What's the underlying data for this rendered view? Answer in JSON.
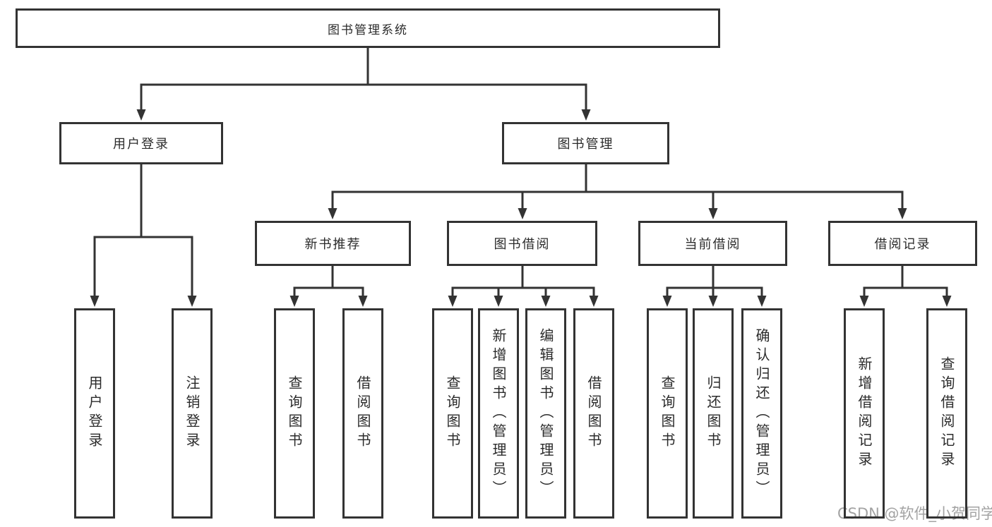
{
  "diagram": {
    "title": "图书管理系统",
    "root": {
      "label": "图书管理系统"
    },
    "branches": [
      {
        "label": "用户登录",
        "children": [
          {
            "label": "用户登录"
          },
          {
            "label": "注销登录"
          }
        ]
      },
      {
        "label": "图书管理",
        "children": [
          {
            "label": "新书推荐",
            "children": [
              {
                "label": "查询图书"
              },
              {
                "label": "借阅图书"
              }
            ]
          },
          {
            "label": "图书借阅",
            "children": [
              {
                "label": "查询图书"
              },
              {
                "label": "新增图书（管理员）"
              },
              {
                "label": "编辑图书（管理员）"
              },
              {
                "label": "借阅图书"
              }
            ]
          },
          {
            "label": "当前借阅",
            "children": [
              {
                "label": "查询图书"
              },
              {
                "label": "归还图书"
              },
              {
                "label": "确认归还（管理员）"
              }
            ]
          },
          {
            "label": "借阅记录",
            "children": [
              {
                "label": "新增借阅记录"
              },
              {
                "label": "查询借阅记录"
              }
            ]
          }
        ]
      }
    ]
  },
  "watermark": {
    "text": "CSDN @软件_小贺同学"
  },
  "colors": {
    "line": "#333333",
    "box_border": "#333333",
    "box_fill": "#ffffff",
    "text": "#2b2b2b",
    "watermark": "#a3a3a3",
    "background": "#ffffff"
  }
}
